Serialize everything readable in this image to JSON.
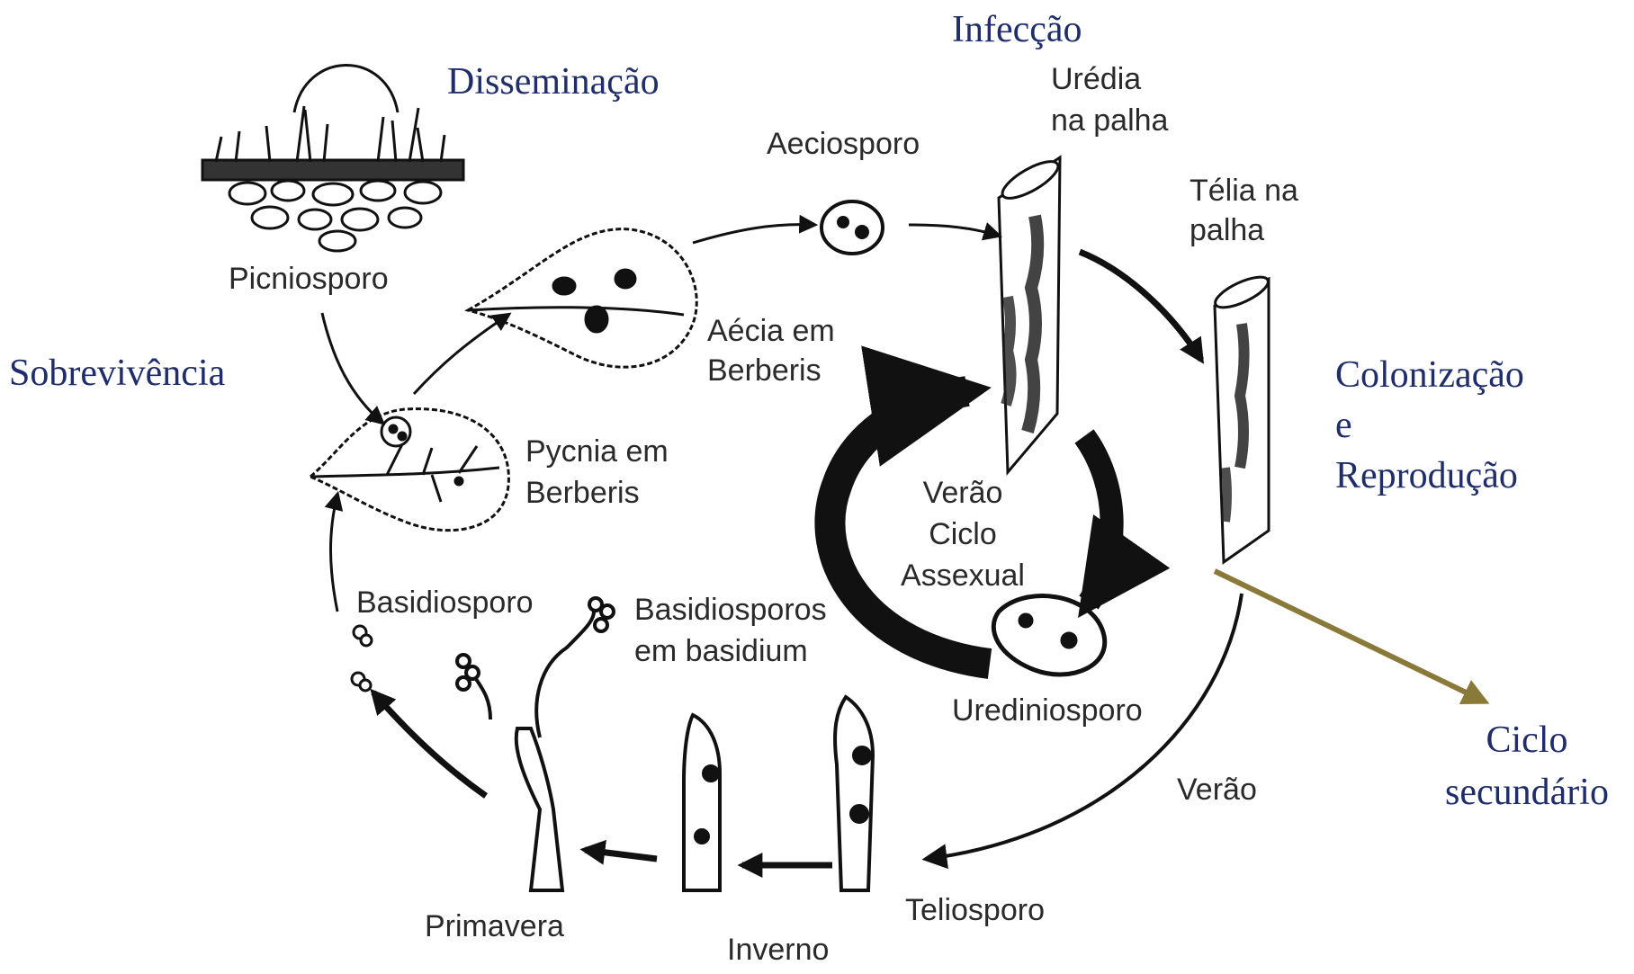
{
  "stages": {
    "infection": "Infecção",
    "dissemination": "Disseminação",
    "survival": "Sobrevivência",
    "colonization_line1": "Colonização",
    "colonization_line2": "e",
    "colonization_line3": "Reprodução",
    "secondary_line1": "Ciclo",
    "secondary_line2": "secundário"
  },
  "labels": {
    "uredia_line1": "Urédia",
    "uredia_line2": "na palha",
    "aeciosporo": "Aeciosporo",
    "telia_line1": "Télia na",
    "telia_line2": "palha",
    "picniosporo": "Picniosporo",
    "aecia_line1": "Aécia em",
    "aecia_line2": "Berberis",
    "pycnia_line1": "Pycnia em",
    "pycnia_line2": "Berberis",
    "summer_line1": "Verão",
    "summer_line2": "Ciclo",
    "summer_line3": "Assexual",
    "basidiosporo": "Basidiosporo",
    "basidiosporos_line1": "Basidiosporos",
    "basidiosporos_line2": "em basidium",
    "urediniosporo": "Urediniosporo",
    "verao": "Verão",
    "primavera": "Primavera",
    "teliosporo": "Teliosporo",
    "inverno": "Inverno"
  },
  "colors": {
    "ink": "#111111",
    "stage_text": "#1f2d6b",
    "secondary_arrow": "#8a7a3a"
  }
}
